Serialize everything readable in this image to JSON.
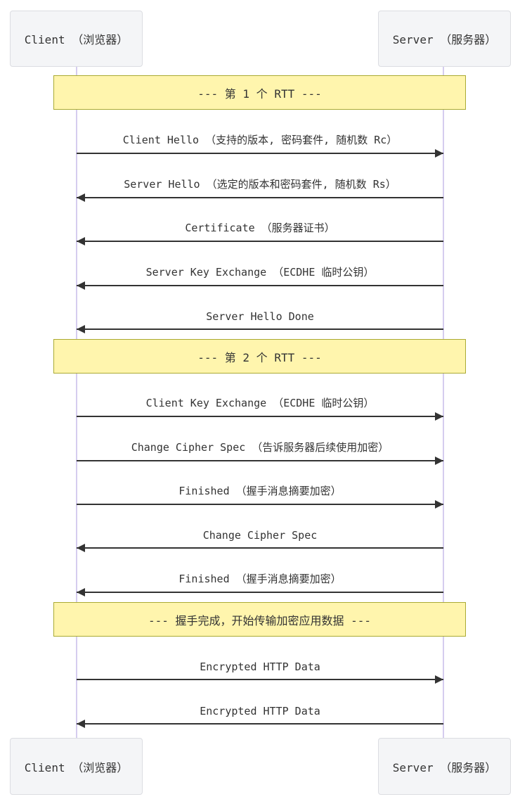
{
  "diagram": {
    "title": "TLS handshake sequence diagram",
    "actors": {
      "client": "Client （浏览器）",
      "server": "Server （服务器）"
    },
    "notes": [
      {
        "text": "--- 第 1 个 RTT ---"
      },
      {
        "text": "--- 第 2 个 RTT ---"
      },
      {
        "text": "--- 握手完成，开始传输加密应用数据 ---"
      }
    ],
    "messages": [
      {
        "from": "client",
        "to": "server",
        "direction": "right",
        "label": "Client Hello （支持的版本, 密码套件, 随机数 Rc）"
      },
      {
        "from": "server",
        "to": "client",
        "direction": "left",
        "label": "Server Hello （选定的版本和密码套件, 随机数 Rs）"
      },
      {
        "from": "server",
        "to": "client",
        "direction": "left",
        "label": "Certificate （服务器证书）"
      },
      {
        "from": "server",
        "to": "client",
        "direction": "left",
        "label": "Server Key Exchange （ECDHE 临时公钥）"
      },
      {
        "from": "server",
        "to": "client",
        "direction": "left",
        "label": "Server Hello Done"
      },
      {
        "from": "client",
        "to": "server",
        "direction": "right",
        "label": "Client Key Exchange （ECDHE 临时公钥）"
      },
      {
        "from": "client",
        "to": "server",
        "direction": "right",
        "label": "Change Cipher Spec （告诉服务器后续使用加密）"
      },
      {
        "from": "client",
        "to": "server",
        "direction": "right",
        "label": "Finished （握手消息摘要加密）"
      },
      {
        "from": "server",
        "to": "client",
        "direction": "left",
        "label": "Change Cipher Spec"
      },
      {
        "from": "server",
        "to": "client",
        "direction": "left",
        "label": "Finished （握手消息摘要加密）"
      },
      {
        "from": "client",
        "to": "server",
        "direction": "right",
        "label": "Encrypted HTTP Data"
      },
      {
        "from": "server",
        "to": "client",
        "direction": "left",
        "label": "Encrypted HTTP Data"
      }
    ],
    "colors": {
      "note_fill": "#fff5ad",
      "note_border": "#aaaa33",
      "actor_fill": "#f4f5f7",
      "actor_border": "#dcdde2",
      "lifeline": "#d5cdef",
      "arrow": "#333333",
      "text": "#333333"
    }
  }
}
